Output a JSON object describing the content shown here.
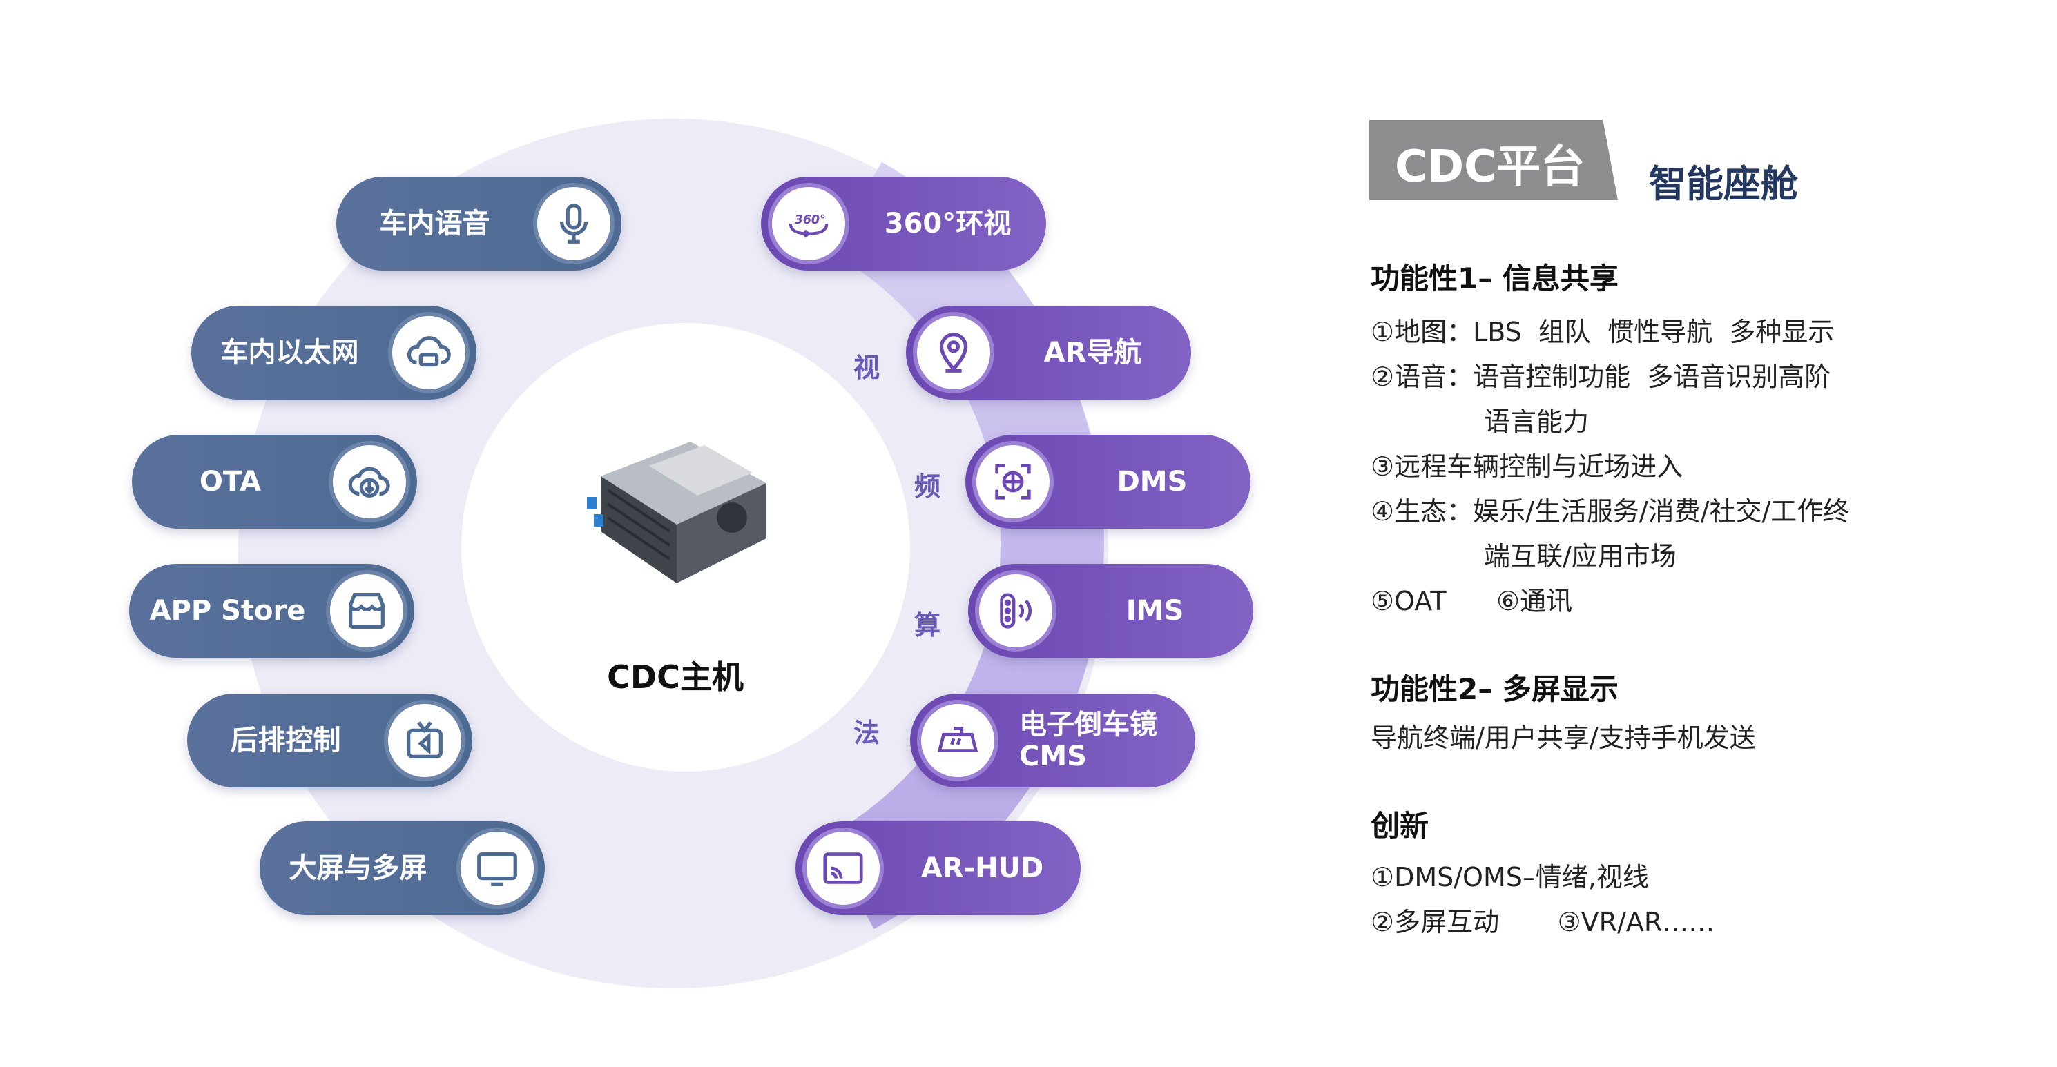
{
  "diagram": {
    "center_label": "CDC主机",
    "left_items": [
      {
        "label": "车内语音",
        "icon": "microphone-icon"
      },
      {
        "label": "车内以太网",
        "icon": "cloud-network-icon"
      },
      {
        "label": "OTA",
        "icon": "cloud-download-icon"
      },
      {
        "label": "APP Store",
        "icon": "store-icon"
      },
      {
        "label": "后排控制",
        "icon": "tv-icon"
      },
      {
        "label": "大屏与多屏",
        "icon": "monitor-icon"
      }
    ],
    "right_items": [
      {
        "label": "360°环视",
        "icon": "360-view-icon",
        "icon_text": "360°"
      },
      {
        "label": "AR导航",
        "icon": "location-pin-icon"
      },
      {
        "label": "DMS",
        "icon": "face-scan-icon"
      },
      {
        "label": "IMS",
        "icon": "sensor-icon"
      },
      {
        "label": "电子倒车镜CMS",
        "icon": "rearview-mirror-icon"
      },
      {
        "label": "AR-HUD",
        "icon": "cast-screen-icon"
      }
    ],
    "vertical_label": [
      "视",
      "频",
      "算",
      "法"
    ],
    "colors": {
      "left": "#5a719c",
      "right": "#7455b8",
      "ring": "#ecebf6"
    }
  },
  "panel": {
    "tag": "CDC平台",
    "subtitle": "智能座舱",
    "section1": {
      "title": "功能性1– 信息共享",
      "lines": [
        "①地图：LBS  组队  惯性导航  多种显示",
        "②语音：语音控制功能  多语音识别高阶",
        "语言能力",
        "③远程车辆控制与近场进入",
        "④生态：娱乐/生活服务/消费/社交/工作终",
        "端互联/应用市场",
        "⑤OAT      ⑥通讯"
      ]
    },
    "section2": {
      "title": "功能性2– 多屏显示",
      "lines": [
        "导航终端/用户共享/支持手机发送"
      ]
    },
    "section3": {
      "title": "创新",
      "lines": [
        "①DMS/OMS–情绪,视线",
        "②多屏互动       ③VR/AR……"
      ]
    }
  }
}
